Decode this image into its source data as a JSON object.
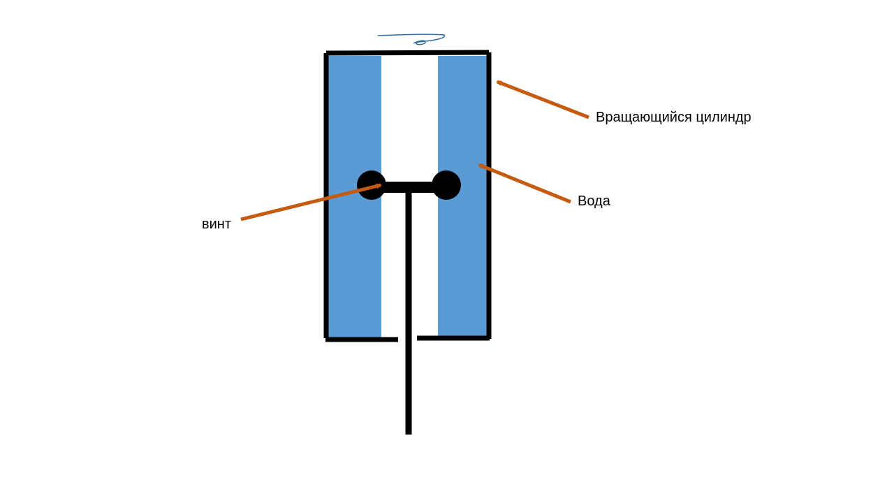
{
  "labels": {
    "cylinder": "Вращающийся цилиндр",
    "water": "Вода",
    "propeller": "винт"
  },
  "colors": {
    "water": "#5b9bd5",
    "arrow": "#c55a11",
    "outline": "#000000"
  }
}
